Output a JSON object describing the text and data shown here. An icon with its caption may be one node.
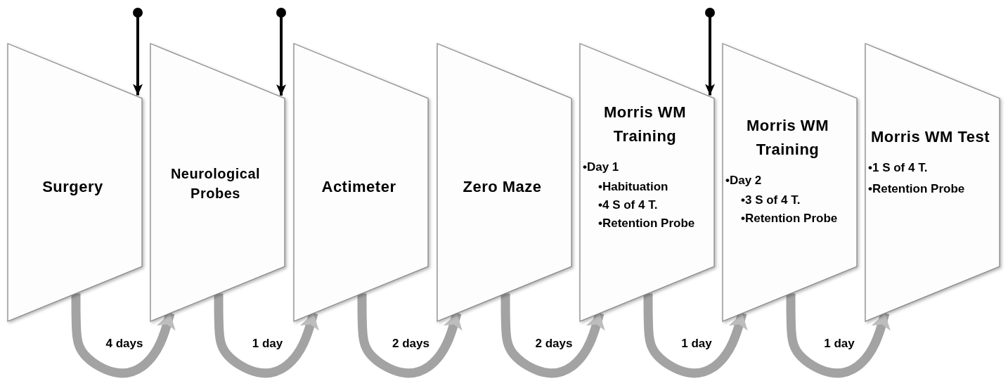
{
  "diagram": {
    "nodes": [
      {
        "text": [
          "Surgery"
        ]
      },
      {
        "text": [
          "Neurological Probes"
        ]
      },
      {
        "text": [
          "Actimeter"
        ]
      },
      {
        "text": [
          "Zero Maze"
        ]
      },
      {
        "text": [
          "Morris WM Training",
          "•Day 1",
          "•Habituation",
          "•4 S of 4 T.",
          "•Retention Probe"
        ]
      },
      {
        "text": [
          "Morris WM Training",
          "•Day 2",
          "•3 S of 4 T.",
          "•Retention Probe"
        ]
      },
      {
        "text": [
          "Morris WM Test",
          "•1 S of 4 T.",
          "•Retention Probe"
        ]
      }
    ],
    "edges": [
      {
        "from": 0,
        "to": 1,
        "arrow": "to",
        "label": "4 days"
      },
      {
        "from": 1,
        "to": 2,
        "arrow": "to",
        "label": "1 day"
      },
      {
        "from": 2,
        "to": 3,
        "arrow": "to",
        "label": "2 days"
      },
      {
        "from": 3,
        "to": 4,
        "arrow": "to",
        "label": "2 days"
      },
      {
        "from": 4,
        "to": 5,
        "arrow": "to",
        "label": "1 day"
      },
      {
        "from": 5,
        "to": 6,
        "arrow": "to",
        "label": "1 day"
      },
      {
        "from": null,
        "to": 1,
        "arrow": "to",
        "color": "#000000"
      },
      {
        "from": null,
        "to": 2,
        "arrow": "to",
        "color": "#000000"
      },
      {
        "from": null,
        "to": 5,
        "arrow": "to",
        "color": "#000000"
      }
    ]
  }
}
